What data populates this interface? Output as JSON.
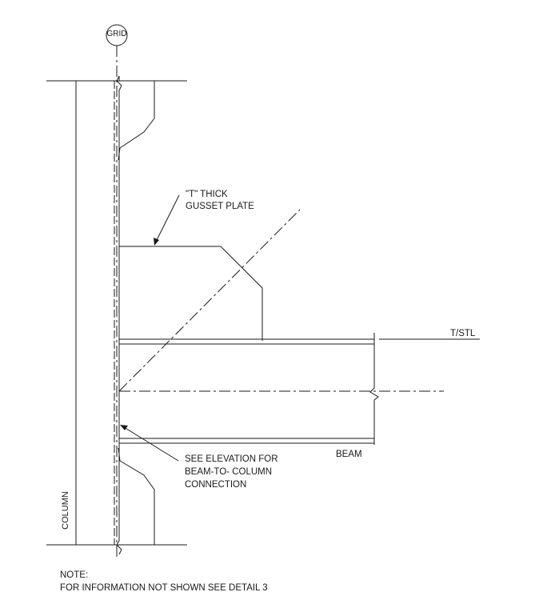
{
  "grid": {
    "bubble_label": "GRID"
  },
  "labels": {
    "gusset_line1": "\"T\" THICK",
    "gusset_line2": "GUSSET PLATE",
    "tstl": "T/STL",
    "beam": "BEAM",
    "elevation_line1": "SEE ELEVATION FOR",
    "elevation_line2": "BEAM-TO- COLUMN",
    "elevation_line3": "CONNECTION",
    "column": "COLUMN"
  },
  "note": {
    "title": "NOTE:",
    "text": "FOR INFORMATION NOT SHOWN SEE DETAIL 3"
  },
  "colors": {
    "line": "#1a1a1a",
    "background": "#ffffff"
  }
}
